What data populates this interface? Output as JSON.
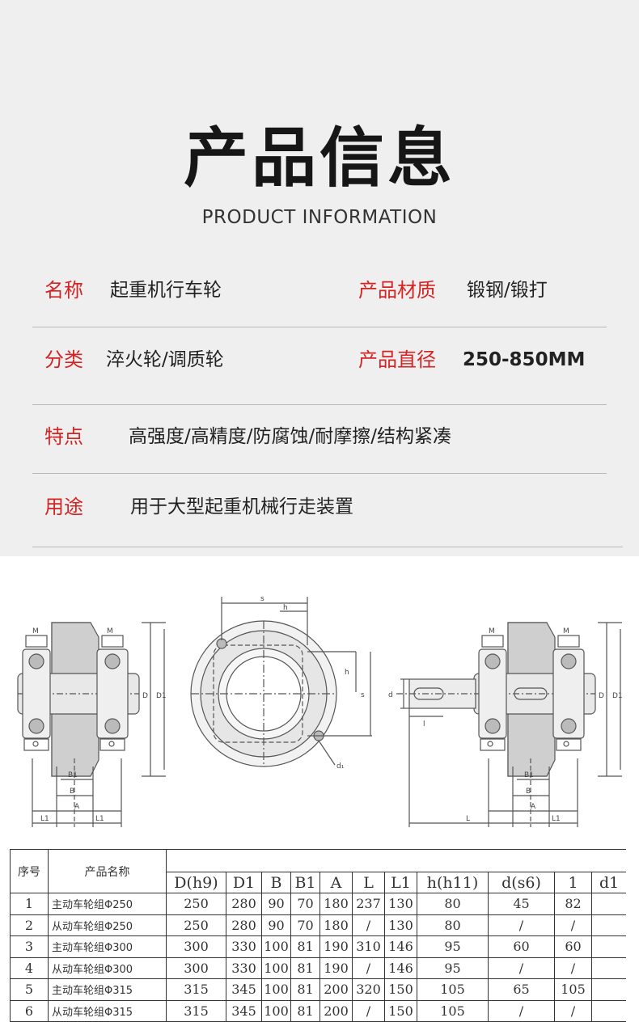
{
  "title_cn": "产品信息",
  "title_en": "PRODUCT INFORMATION",
  "info": {
    "name_label": "名称",
    "name_value": "起重机行车轮",
    "material_label": "产品材质",
    "material_value": "锻钢/锻打",
    "category_label": "分类",
    "category_value": "淬火轮/调质轮",
    "diameter_label": "产品直径",
    "diameter_value": "250-850MM",
    "feature_label": "特点",
    "feature_value": "高强度/高精度/防腐蚀/耐摩擦/结构紧凑",
    "usage_label": "用途",
    "usage_value": "用于大型起重机械行走装置"
  },
  "drawing": {
    "left_labels": {
      "m1": "M",
      "m2": "M",
      "d": "D",
      "d1": "D1",
      "b1": "B1",
      "b": "B",
      "a": "A",
      "l1a": "L1",
      "l1b": "L1"
    },
    "mid_labels": {
      "s_top": "s",
      "h_top": "h",
      "h_side": "h",
      "s_side": "s",
      "d1": "d₁"
    },
    "right_labels": {
      "m1": "M",
      "m2": "M",
      "d_small": "d",
      "l_small": "l",
      "d": "D",
      "d1": "D1",
      "b1": "B1",
      "b": "B",
      "a": "A",
      "l": "L",
      "l1": "L1"
    }
  },
  "table": {
    "col_index": "序号",
    "col_name": "产品名称",
    "columns": [
      "D(h9)",
      "D1",
      "B",
      "B1",
      "A",
      "L",
      "L1",
      "h(h11)",
      "d(s6)",
      "1",
      "d1"
    ],
    "rows": [
      {
        "no": "1",
        "name": "主动车轮组Φ250",
        "vals": [
          "250",
          "280",
          "90",
          "70",
          "180",
          "237",
          "130",
          "80",
          "45",
          "82",
          ""
        ]
      },
      {
        "no": "2",
        "name": "从动车轮组Φ250",
        "vals": [
          "250",
          "280",
          "90",
          "70",
          "180",
          "/",
          "130",
          "80",
          "/",
          "/",
          ""
        ]
      },
      {
        "no": "3",
        "name": "主动车轮组Φ300",
        "vals": [
          "300",
          "330",
          "100",
          "81",
          "190",
          "310",
          "146",
          "95",
          "60",
          "60",
          ""
        ]
      },
      {
        "no": "4",
        "name": "从动车轮组Φ300",
        "vals": [
          "300",
          "330",
          "100",
          "81",
          "190",
          "/",
          "146",
          "95",
          "/",
          "/",
          ""
        ]
      },
      {
        "no": "5",
        "name": "主动车轮组Φ315",
        "vals": [
          "315",
          "345",
          "100",
          "81",
          "200",
          "320",
          "150",
          "105",
          "65",
          "105",
          ""
        ]
      },
      {
        "no": "6",
        "name": "从动车轮组Φ315",
        "vals": [
          "315",
          "345",
          "100",
          "81",
          "200",
          "/",
          "150",
          "105",
          "/",
          "/",
          ""
        ]
      }
    ]
  }
}
